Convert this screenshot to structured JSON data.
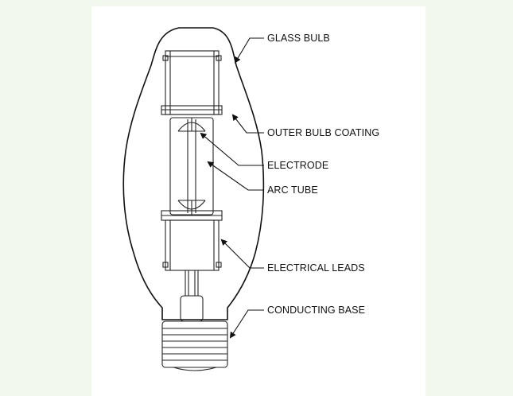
{
  "diagram": {
    "labels": {
      "glass_bulb": "GLASS BULB",
      "outer_bulb_coating": "OUTER BULB COATING",
      "electrode": "ELECTRODE",
      "arc_tube": "ARC TUBE",
      "electrical_leads": "ELECTRICAL LEADS",
      "conducting_base": "CONDUCTING BASE"
    },
    "colors": {
      "page_background": "#f3f8ec",
      "panel_background": "#ffffff",
      "line": "#111111"
    }
  }
}
